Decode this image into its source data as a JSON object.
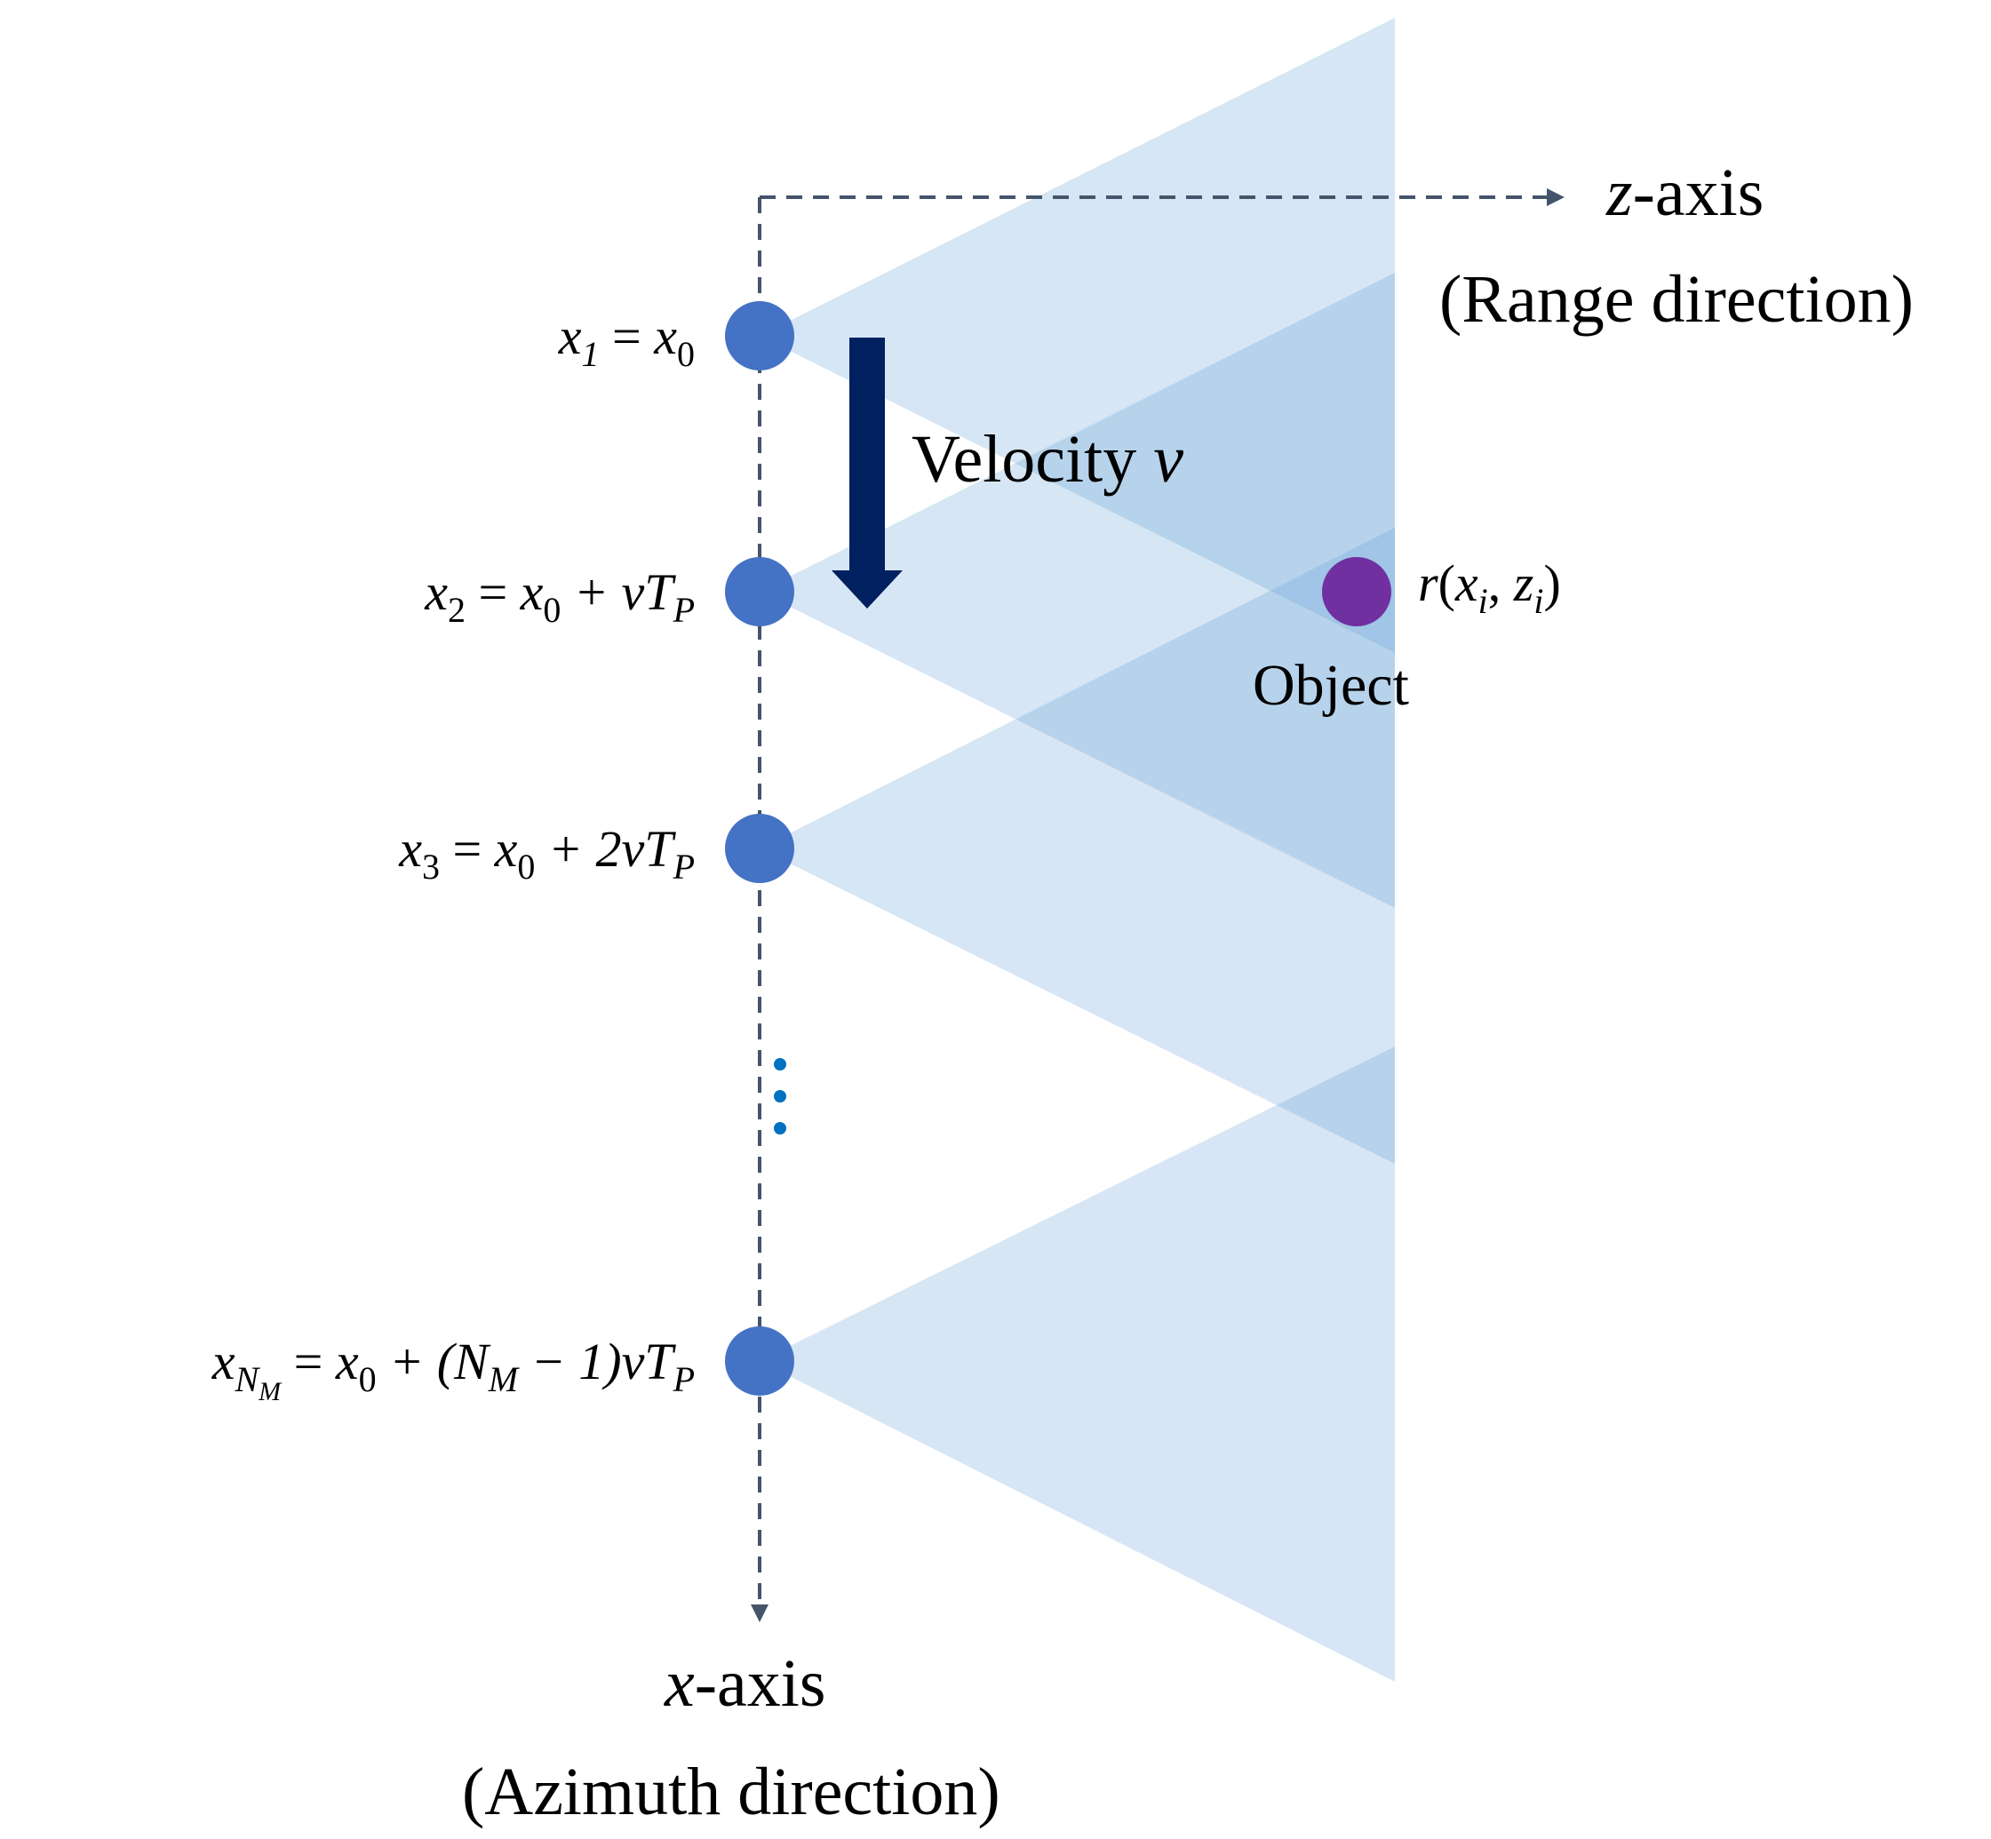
{
  "diagram": {
    "colors": {
      "beam": "#5b9bd5",
      "beam_opacity": 0.25,
      "radar_point": "#4472c4",
      "object_point": "#7030a0",
      "axis": "#44546a",
      "velocity_arrow": "#002060",
      "ellipsis_dots": "#0070c0"
    },
    "z_axis": {
      "label_var": "z",
      "label_suffix": "-axis",
      "caption": "(Range direction)"
    },
    "x_axis": {
      "label_var": "x",
      "label_suffix": "-axis",
      "caption": "(Azimuth direction)"
    },
    "velocity": {
      "label_word": "Velocity ",
      "label_var": "v"
    },
    "object": {
      "label": "Object",
      "formula": {
        "fn": "r",
        "open": "(",
        "x": "x",
        "x_sub": "i",
        "comma": ", ",
        "z": "z",
        "z_sub": "i",
        "close": ")"
      }
    },
    "positions": [
      {
        "var": "x",
        "sub": "1",
        "subsub": "",
        "rhs_var": "x",
        "rhs_sub": "0",
        "rhs_rest": ""
      },
      {
        "var": "x",
        "sub": "2",
        "subsub": "",
        "rhs_var": "x",
        "rhs_sub": "0",
        "rhs_rest": " + vT",
        "rhs_rest_sub": "P"
      },
      {
        "var": "x",
        "sub": "3",
        "subsub": "",
        "rhs_var": "x",
        "rhs_sub": "0",
        "rhs_rest": " + 2vT",
        "rhs_rest_sub": "P"
      },
      {
        "var": "x",
        "sub": "N",
        "subsub": "M",
        "rhs_var": "x",
        "rhs_sub": "0",
        "rhs_rest": " + (N",
        "rhs_mid_sub": "M",
        "rhs_tail": " − 1)vT",
        "rhs_rest_sub": "P"
      }
    ],
    "ellipsis": "⋮"
  }
}
